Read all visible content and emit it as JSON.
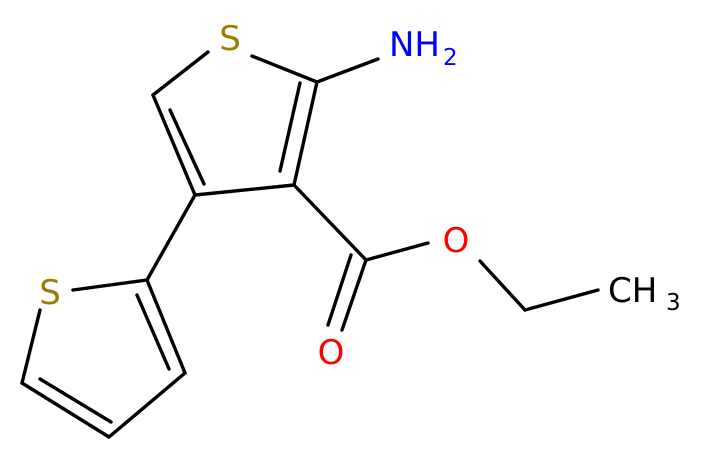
{
  "molecule": {
    "atoms": {
      "s_ring1": {
        "symbol": "S",
        "color": "#9A7D00"
      },
      "s_ring2": {
        "symbol": "S",
        "color": "#9A7D00"
      },
      "amino": {
        "symbol": "NH",
        "sub": "2",
        "color": "#0000FF"
      },
      "ester_o": {
        "symbol": "O",
        "color": "#FF0000"
      },
      "carbonyl_o": {
        "symbol": "O",
        "color": "#FF0000"
      },
      "methyl": {
        "symbol": "CH",
        "sub": "3",
        "color": "#000000"
      }
    },
    "bond_color": "#000000"
  }
}
